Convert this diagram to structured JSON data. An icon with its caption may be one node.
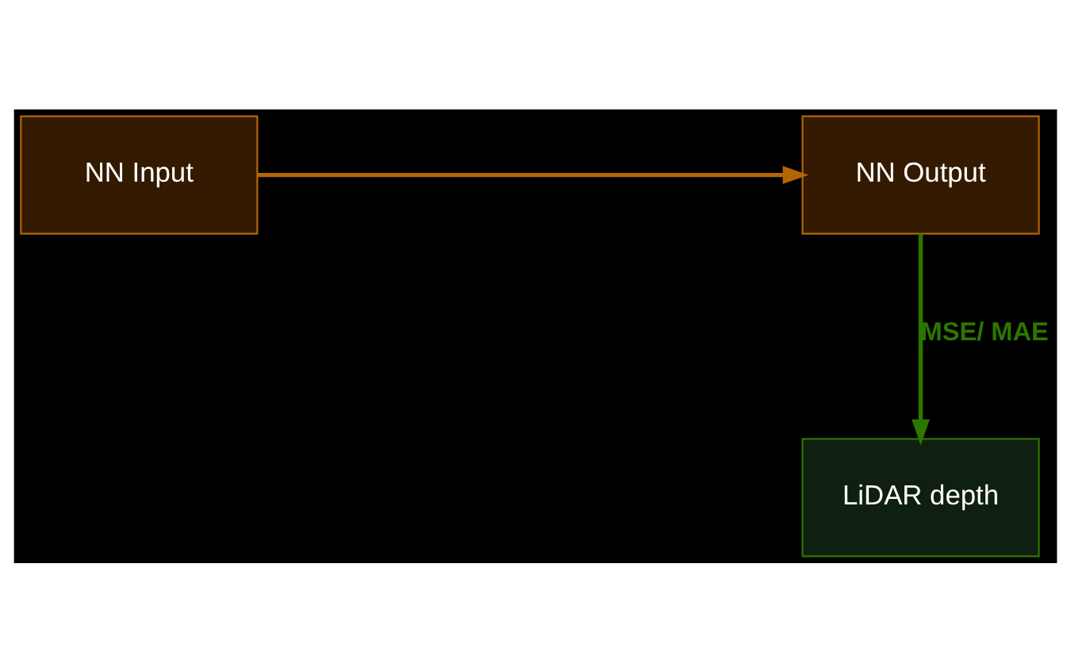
{
  "diagram": {
    "nodes": [
      {
        "text": [
          "NN Input"
        ]
      },
      {
        "text": [
          "NN Output"
        ]
      },
      {
        "text": [
          "LiDAR depth"
        ]
      }
    ],
    "edges": [
      {
        "from": 0,
        "to": 1,
        "arrow": "to",
        "color": "#b46504"
      },
      {
        "from": 1,
        "to": 2,
        "arrow": "to",
        "label": "MSE/ MAE",
        "color": "#2d7600"
      }
    ]
  }
}
